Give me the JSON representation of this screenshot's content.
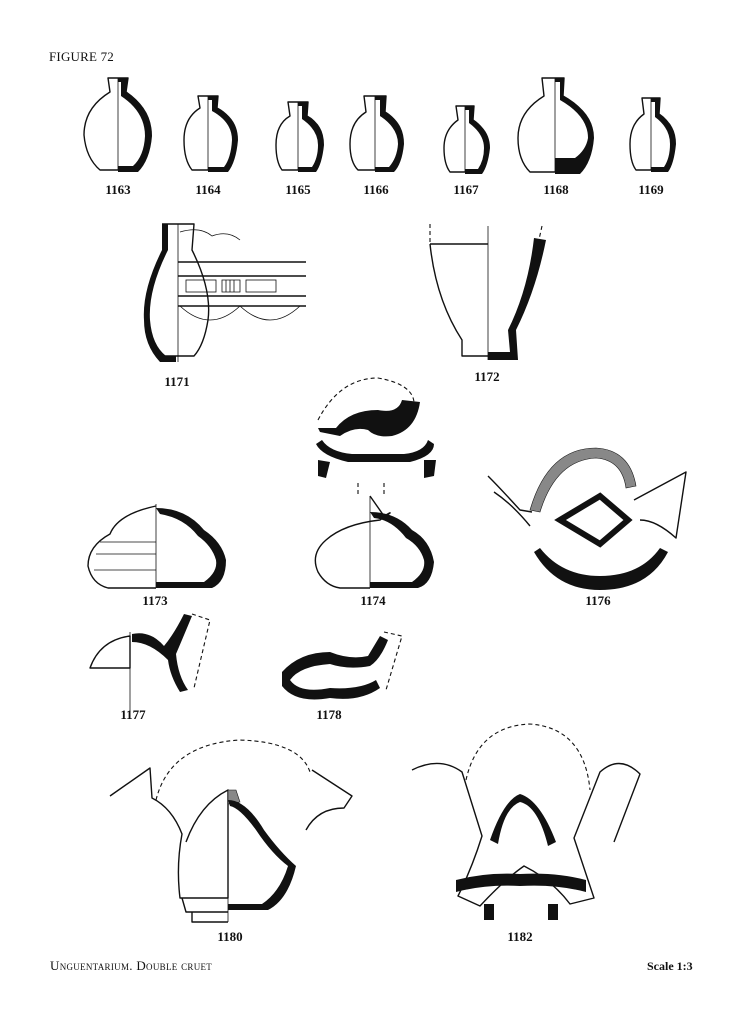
{
  "figure_label": "FIGURE 72",
  "catalogue_numbers": {
    "n1163": "1163",
    "n1164": "1164",
    "n1165": "1165",
    "n1166": "1166",
    "n1167": "1167",
    "n1168": "1168",
    "n1169": "1169",
    "n1171": "1171",
    "n1172": "1172",
    "n1173": "1173",
    "n1174": "1174",
    "n1176": "1176",
    "n1177": "1177",
    "n1178": "1178",
    "n1180": "1180",
    "n1182": "1182"
  },
  "caption": "Unguentarium. Double cruet",
  "scale": "Scale 1:3"
}
